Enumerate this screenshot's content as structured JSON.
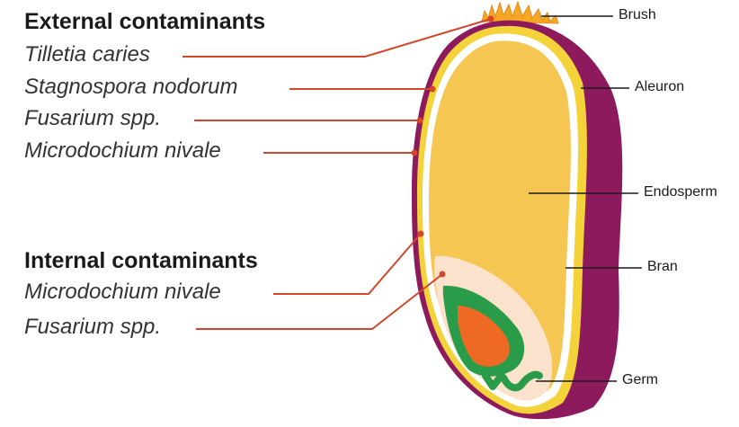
{
  "external": {
    "heading": "External contaminants",
    "items": [
      "Tilletia caries",
      "Stagnospora nodorum",
      "Fusarium spp.",
      "Microdochium nivale"
    ]
  },
  "internal": {
    "heading": "Internal contaminants",
    "items": [
      "Microdochium nivale",
      "Fusarium spp."
    ]
  },
  "parts": {
    "brush": "Brush",
    "aleuron": "Aleuron",
    "endosperm": "Endosperm",
    "bran": "Bran",
    "germ": "Germ"
  },
  "colors": {
    "leader_lines": "#d2472b",
    "bran_outer": "#8e1a5e",
    "bran_yellow": "#f4d23a",
    "endosperm": "#f6c653",
    "germ_area": "#fbe2cc",
    "germ_green": "#2a9b48",
    "germ_core": "#ee6a24"
  }
}
